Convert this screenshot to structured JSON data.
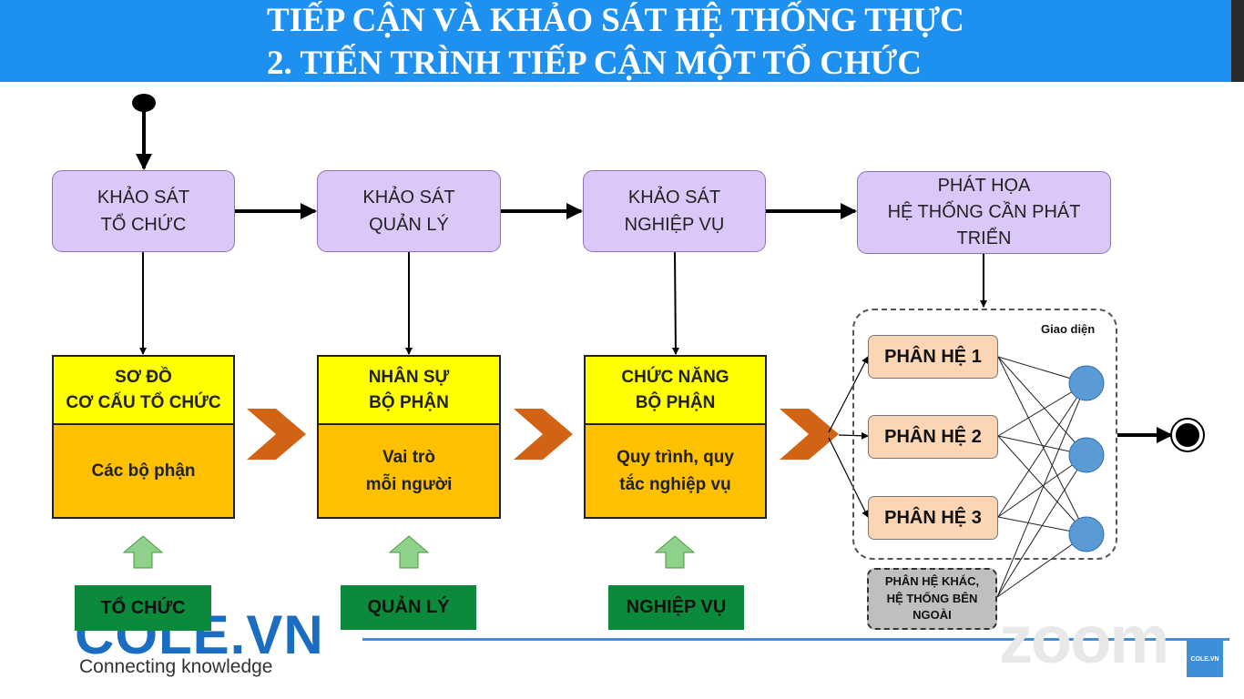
{
  "header": {
    "title_line1": "TIẾP CẬN VÀ KHẢO SÁT HỆ THỐNG THỰC",
    "title_line2": "2. TIẾN TRÌNH TIẾP CẬN MỘT TỔ CHỨC"
  },
  "steps": [
    {
      "line1": "KHẢO SÁT",
      "line2": "TỔ CHỨC"
    },
    {
      "line1": "KHẢO SÁT",
      "line2": "QUẢN LÝ"
    },
    {
      "line1": "KHẢO SÁT",
      "line2": "NGHIỆP VỤ"
    },
    {
      "line1": "PHÁT HỌA",
      "line2": "HỆ THỐNG CẦN PHÁT",
      "line3": "TRIỂN"
    }
  ],
  "outputs": [
    {
      "head1": "SƠ ĐỒ",
      "head2": "CƠ CẤU TỔ CHỨC",
      "body1": "Các bộ phận",
      "body2": ""
    },
    {
      "head1": "NHÂN SỰ",
      "head2": "BỘ PHẬN",
      "body1": "Vai trò",
      "body2": "mỗi người"
    },
    {
      "head1": "CHỨC NĂNG",
      "head2": "BỘ PHẬN",
      "body1": "Quy trình, quy",
      "body2": "tắc nghiệp vụ"
    }
  ],
  "labels": [
    "TỔ CHỨC",
    "QUẢN LÝ",
    "NGHIỆP VỤ"
  ],
  "subsystems": [
    "PHÂN HỆ 1",
    "PHÂN HỆ 2",
    "PHÂN HỆ 3"
  ],
  "interface_label": "Giao diện",
  "external": {
    "line1": "PHÂN HỆ KHÁC,",
    "line2": "HỆ THỐNG BÊN",
    "line3": "NGOÀI"
  },
  "brand": {
    "logo": "COLE.VN",
    "tagline": "Connecting knowledge",
    "corner": "COLE.VN"
  },
  "watermark": "zoom",
  "colors": {
    "header": "#1e90f0",
    "process": "#dcc8f8",
    "output_head": "#ffff00",
    "output_body": "#ffc000",
    "label_green": "#0a8a3a",
    "chevron": "#d06414",
    "subsystem": "#fcd5b4",
    "interface_node": "#5b9bd5"
  }
}
